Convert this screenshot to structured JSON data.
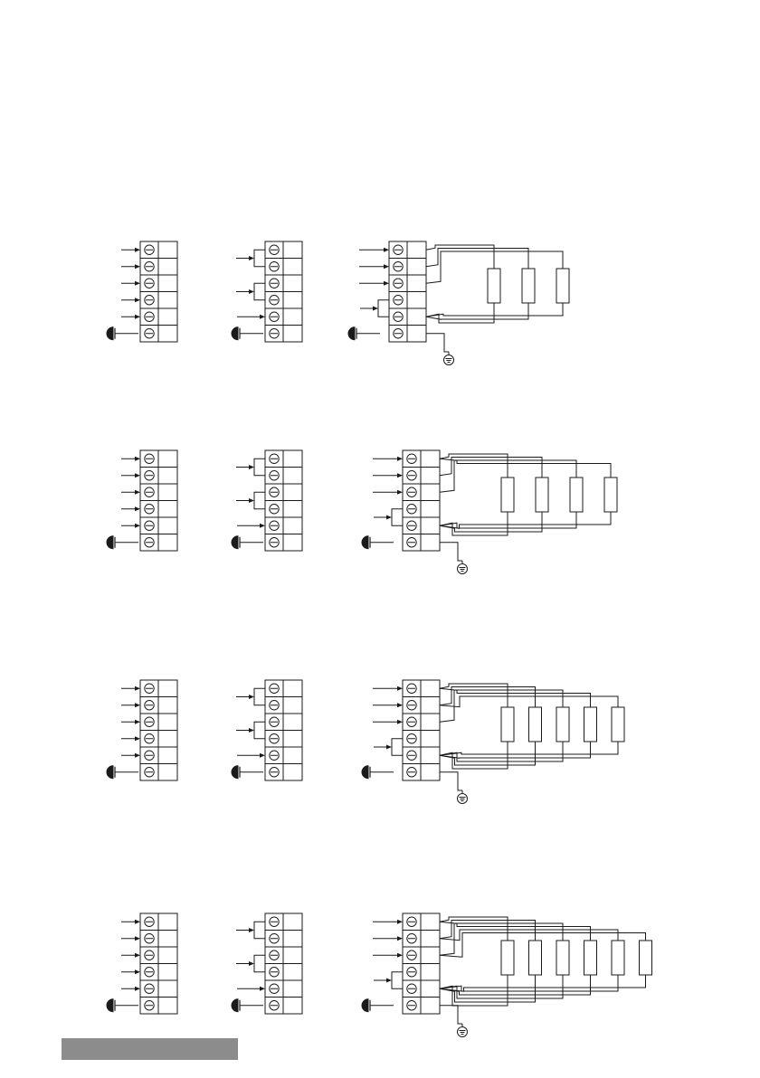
{
  "page": {
    "background": "#ffffff",
    "line_color": "#1a1a1a",
    "footer_bar_color": "#8c8c8c"
  },
  "icons": {
    "terminal_screw": "screw-terminal-icon",
    "input_arrow": "arrow-right-icon",
    "power_plug": "plug-icon",
    "earth": "ground-icon",
    "resistor": "heating-element-icon"
  },
  "diagram": {
    "rows": [
      {
        "name": "row-1",
        "variants": [
          "independent",
          "paired",
          "star"
        ],
        "heating_elements": 3
      },
      {
        "name": "row-2",
        "variants": [
          "independent",
          "paired",
          "star"
        ],
        "heating_elements": 4
      },
      {
        "name": "row-3",
        "variants": [
          "independent",
          "paired",
          "star"
        ],
        "heating_elements": 5
      },
      {
        "name": "row-4",
        "variants": [
          "independent",
          "paired",
          "star"
        ],
        "heating_elements": 6
      }
    ],
    "terminals_per_block": 6
  }
}
